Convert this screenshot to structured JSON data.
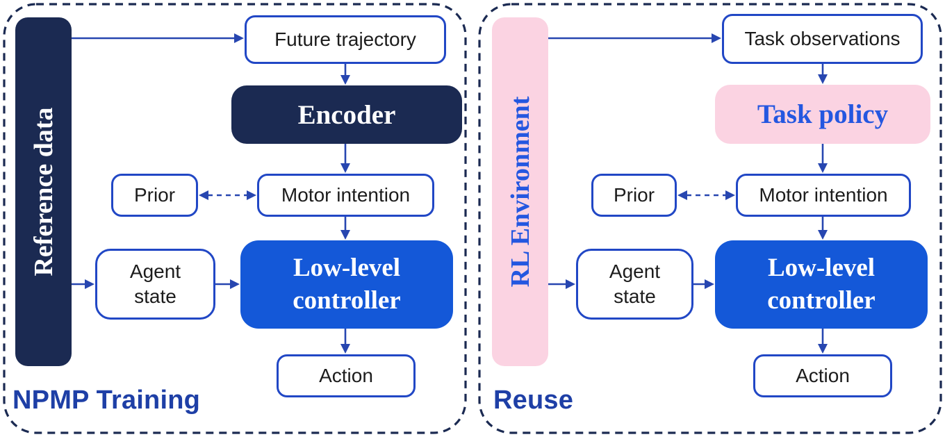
{
  "panels": [
    {
      "caption": "NPMP Training",
      "sidebar_label": "Reference data",
      "nodes": {
        "top_input": "Future trajectory",
        "processor": "Encoder",
        "prior": "Prior",
        "motor": "Motor intention",
        "agent": "Agent state",
        "controller": "Low-level controller",
        "action": "Action"
      }
    },
    {
      "caption": "Reuse",
      "sidebar_label": "RL Environment",
      "nodes": {
        "top_input": "Task observations",
        "processor": "Task policy",
        "prior": "Prior",
        "motor": "Motor intention",
        "agent": "Agent state",
        "controller": "Low-level controller",
        "action": "Action"
      }
    }
  ],
  "colors": {
    "navy": "#1b2a52",
    "bright_blue": "#1458d8",
    "pink": "#fbd3e2",
    "royal_text": "#2457e0",
    "outline_blue": "#2147c5",
    "connector_blue": "#2746b0",
    "caption_blue": "#1e3fa6",
    "body_text": "#1c1c1c"
  }
}
